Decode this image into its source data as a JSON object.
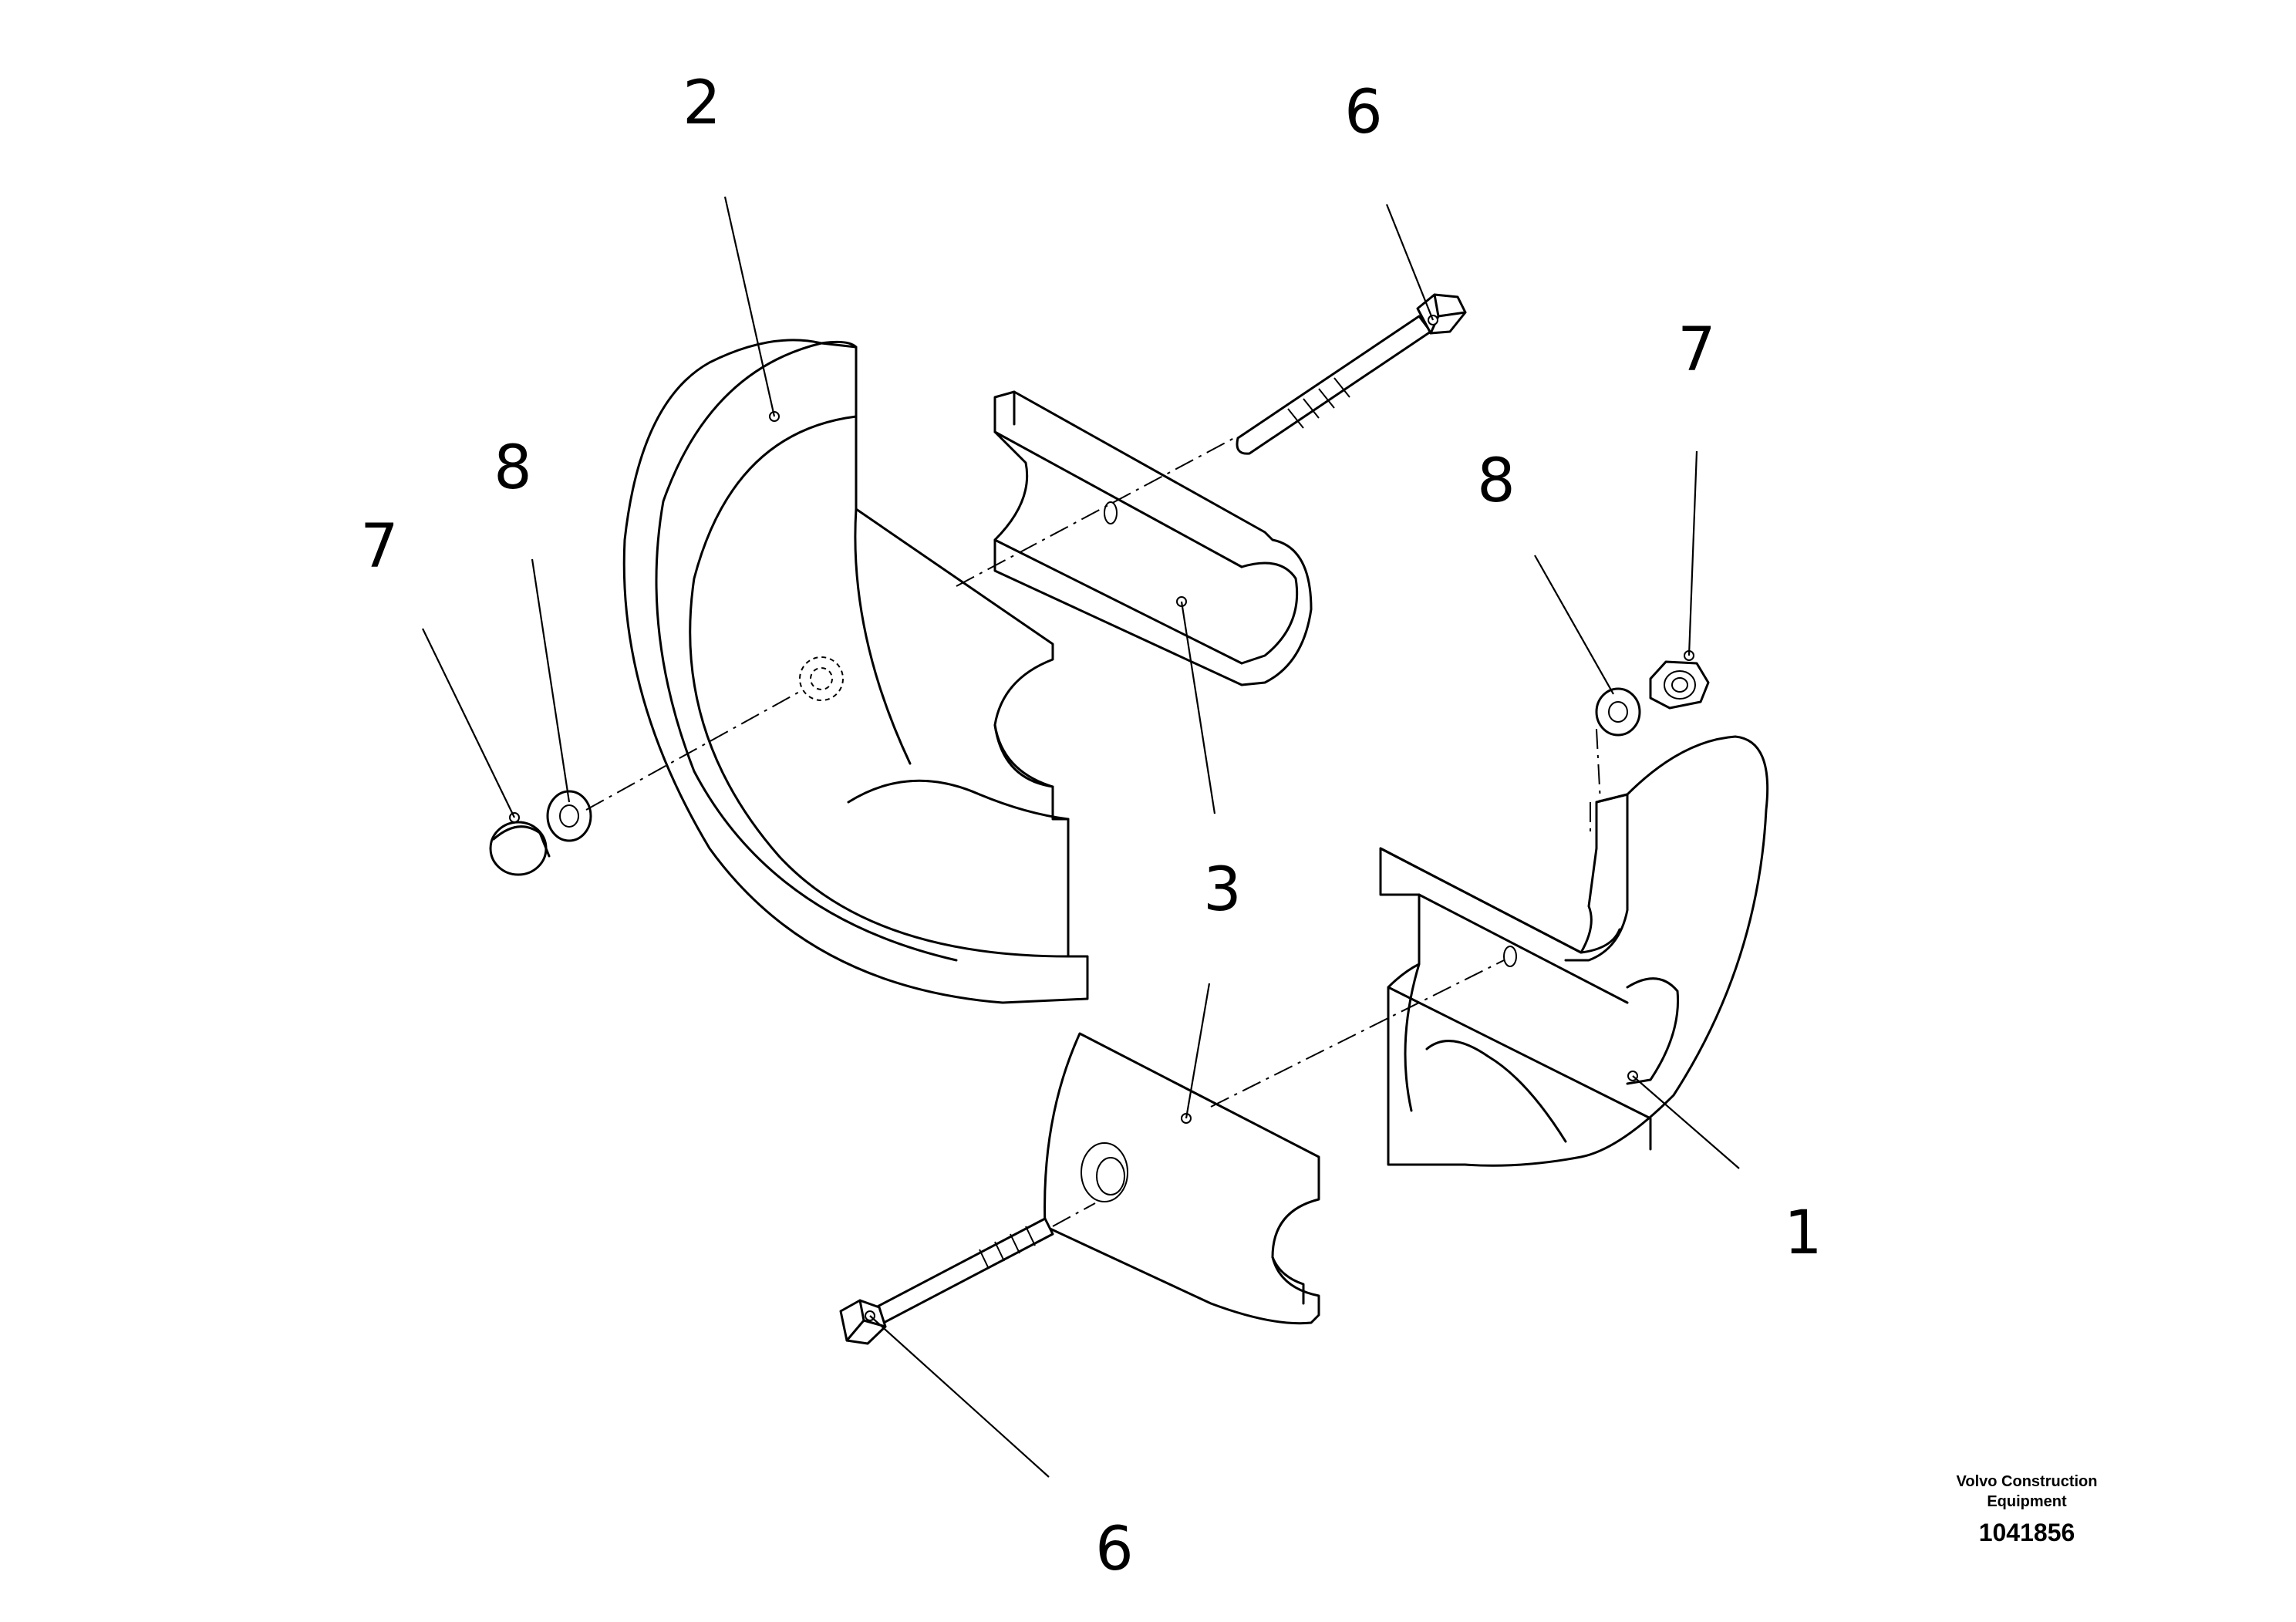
{
  "callouts": {
    "c1": "1",
    "c2": "2",
    "c3": "3",
    "c6_top": "6",
    "c6_bottom": "6",
    "c7_left": "7",
    "c7_right": "7",
    "c8_left": "8",
    "c8_right": "8"
  },
  "footer": {
    "company_line1": "Volvo Construction",
    "company_line2": "Equipment",
    "document_number": "1041856"
  }
}
